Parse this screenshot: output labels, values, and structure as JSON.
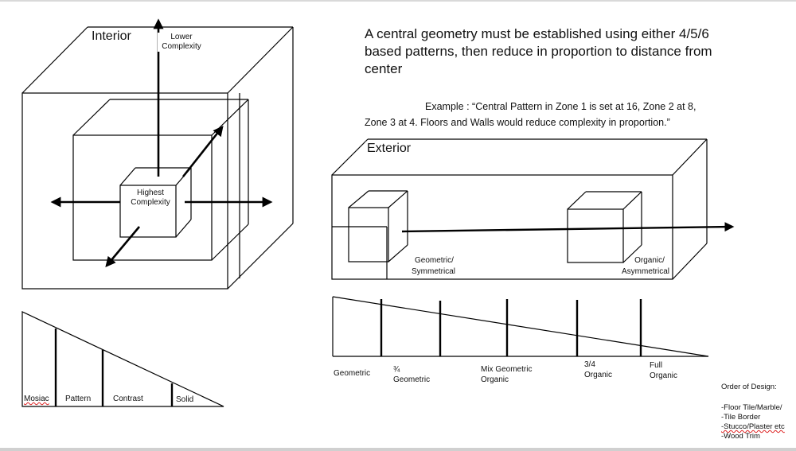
{
  "title": "A central geometry must be established using either 4/5/6 based patterns, then reduce in proportion to distance from center",
  "example": "Example : “Central Pattern in Zone 1 is set at 16, Zone 2 at 8, Zone 3 at 4. Floors and Walls would reduce complexity in proportion.”",
  "interior": {
    "label": "Interior",
    "lower_complexity": [
      "Lower",
      "Complexity"
    ],
    "highest_complexity": [
      "Highest",
      "Complexity"
    ]
  },
  "interior_scale": {
    "labels": [
      "Mosiac",
      "Pattern",
      "Contrast",
      "Solid"
    ]
  },
  "exterior": {
    "label": "Exterior",
    "left_box_label": [
      "Geometric/",
      "Symmetrical"
    ],
    "right_box_label": [
      "Organic/",
      "Asymmetrical"
    ]
  },
  "exterior_scale": {
    "labels": [
      [
        "Geometric"
      ],
      [
        "¾",
        "Geometric"
      ],
      [
        "Mix Geometric",
        "Organic"
      ],
      [
        "3/4",
        "Organic"
      ],
      [
        "Full",
        "Organic"
      ]
    ]
  },
  "order_of_design": {
    "heading": "Order of Design:",
    "items": [
      "-Floor Tile/Marble/",
      "-Tile Border",
      "-Stucco/Plaster etc",
      "-Wood Trim"
    ]
  }
}
